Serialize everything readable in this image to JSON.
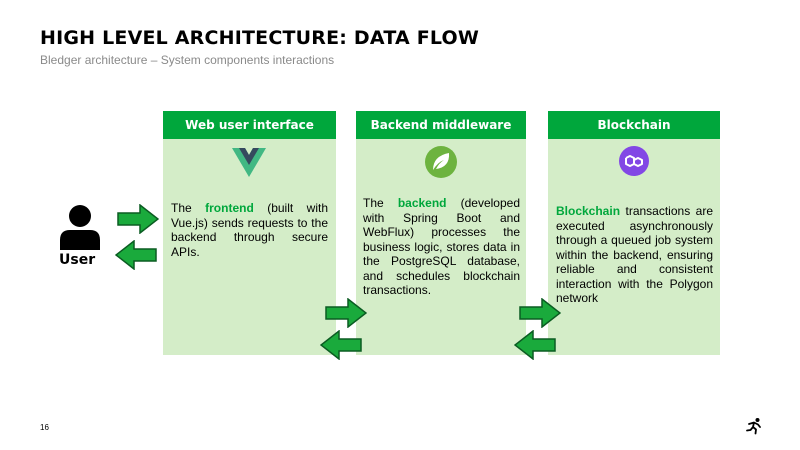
{
  "header": {
    "title": "HIGH LEVEL ARCHITECTURE: DATA FLOW",
    "subtitle": "Bledger architecture – System components interactions"
  },
  "user": {
    "label": "User"
  },
  "columns": [
    {
      "header": "Web user interface",
      "icon": "vue-logo-icon",
      "text_before": "The ",
      "highlight": "frontend",
      "text_after": " (built with Vue.js) sends requests to the backend through secure APIs."
    },
    {
      "header": "Backend middleware",
      "icon": "spring-leaf-icon",
      "text_before": "The ",
      "highlight": "backend",
      "text_after": " (developed with Spring Boot and WebFlux) processes the business logic, stores data in the PostgreSQL database, and schedules blockchain transactions."
    },
    {
      "header": "Blockchain",
      "icon": "polygon-logo-icon",
      "text_before": "",
      "highlight": "Blockchain",
      "text_after": " transactions are executed asynchronously through a queued job system within the backend, ensuring reliable and consistent interaction with the Polygon network"
    }
  ],
  "colors": {
    "accent": "#00a73c",
    "panel": "#d4edc8",
    "arrow_fill": "#1aaa3c",
    "arrow_stroke": "#0b5c22"
  },
  "footer": {
    "page_number": "16",
    "logo": "running-figure-icon"
  }
}
